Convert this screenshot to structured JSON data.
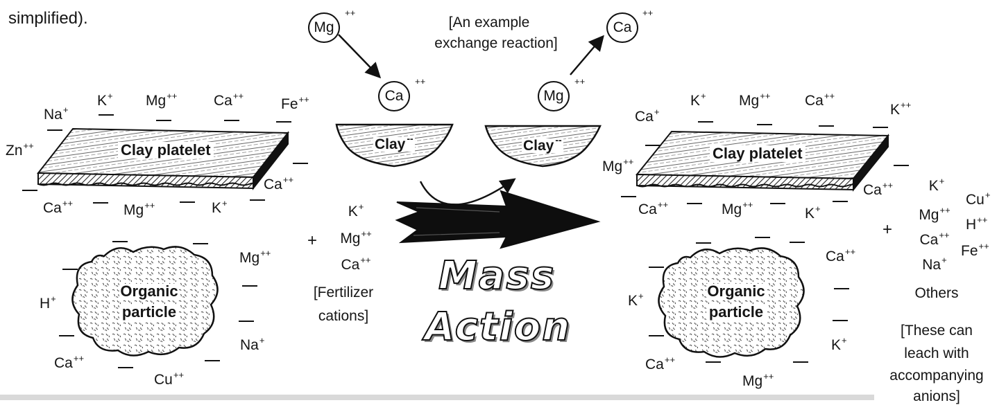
{
  "intro_fragment": "simplified).",
  "example_caption": [
    "[An example",
    "exchange reaction]"
  ],
  "exchange": {
    "in_top": {
      "symbol": "Mg",
      "charge": "++"
    },
    "out_bottom": {
      "symbol": "Ca",
      "charge": "++"
    },
    "in_bottom": {
      "symbol": "Mg",
      "charge": "++"
    },
    "out_top": {
      "symbol": "Ca",
      "charge": "++"
    },
    "clay_small_label": "Clay",
    "clay_small_charge": "--"
  },
  "left": {
    "clay_label": "Clay platelet",
    "organic_label": [
      "Organic",
      "particle"
    ],
    "ions": {
      "na_top": {
        "s": "Na",
        "c": "+"
      },
      "k_top": {
        "s": "K",
        "c": "+"
      },
      "mg_top": {
        "s": "Mg",
        "c": "++"
      },
      "ca_top": {
        "s": "Ca",
        "c": "++"
      },
      "fe_top": {
        "s": "Fe",
        "c": "++"
      },
      "zn": {
        "s": "Zn",
        "c": "++"
      },
      "ca_right": {
        "s": "Ca",
        "c": "++"
      },
      "ca_bottom": {
        "s": "Ca",
        "c": "++"
      },
      "mg_bottom": {
        "s": "Mg",
        "c": "++"
      },
      "k_bottom": {
        "s": "K",
        "c": "+"
      },
      "mg_org": {
        "s": "Mg",
        "c": "++"
      },
      "h_org": {
        "s": "H",
        "c": "+"
      },
      "na_org": {
        "s": "Na",
        "c": "+"
      },
      "ca_org": {
        "s": "Ca",
        "c": "++"
      },
      "cu_org": {
        "s": "Cu",
        "c": "++"
      }
    }
  },
  "fertilizer": {
    "plus": "+",
    "ions": [
      {
        "s": "K",
        "c": "+"
      },
      {
        "s": "Mg",
        "c": "++"
      },
      {
        "s": "Ca",
        "c": "++"
      }
    ],
    "caption": [
      "[Fertilizer",
      "cations]"
    ]
  },
  "mass_action": [
    "Mass",
    "Action"
  ],
  "right": {
    "clay_label": "Clay platelet",
    "organic_label": [
      "Organic",
      "particle"
    ],
    "ions": {
      "ca_left": {
        "s": "Ca",
        "c": "+"
      },
      "k_top": {
        "s": "K",
        "c": "+"
      },
      "mg_top": {
        "s": "Mg",
        "c": "++"
      },
      "ca_top": {
        "s": "Ca",
        "c": "++"
      },
      "k_top_right": {
        "s": "K",
        "c": "++"
      },
      "mg_left": {
        "s": "Mg",
        "c": "++"
      },
      "ca_right": {
        "s": "Ca",
        "c": "++"
      },
      "ca_bottom": {
        "s": "Ca",
        "c": "++"
      },
      "mg_bottom": {
        "s": "Mg",
        "c": "++"
      },
      "k_bottom": {
        "s": "K",
        "c": "+"
      },
      "ca_org": {
        "s": "Ca",
        "c": "++"
      },
      "k_org_left": {
        "s": "K",
        "c": "+"
      },
      "k_org_right": {
        "s": "K",
        "c": "+"
      },
      "ca_org_bottom": {
        "s": "Ca",
        "c": "++"
      },
      "mg_org_bottom": {
        "s": "Mg",
        "c": "++"
      }
    }
  },
  "leached": {
    "plus": "+",
    "col1": [
      {
        "s": "K",
        "c": "+"
      },
      {
        "s": "Mg",
        "c": "++"
      },
      {
        "s": "Ca",
        "c": "++"
      },
      {
        "s": "Na",
        "c": "+"
      }
    ],
    "col2": [
      {
        "s": "Cu",
        "c": "+"
      },
      {
        "s": "H",
        "c": "++"
      },
      {
        "s": "Fe",
        "c": "++"
      }
    ],
    "others": "Others",
    "caption": [
      "[These can",
      "leach with",
      "accompanying",
      "anions]"
    ]
  }
}
